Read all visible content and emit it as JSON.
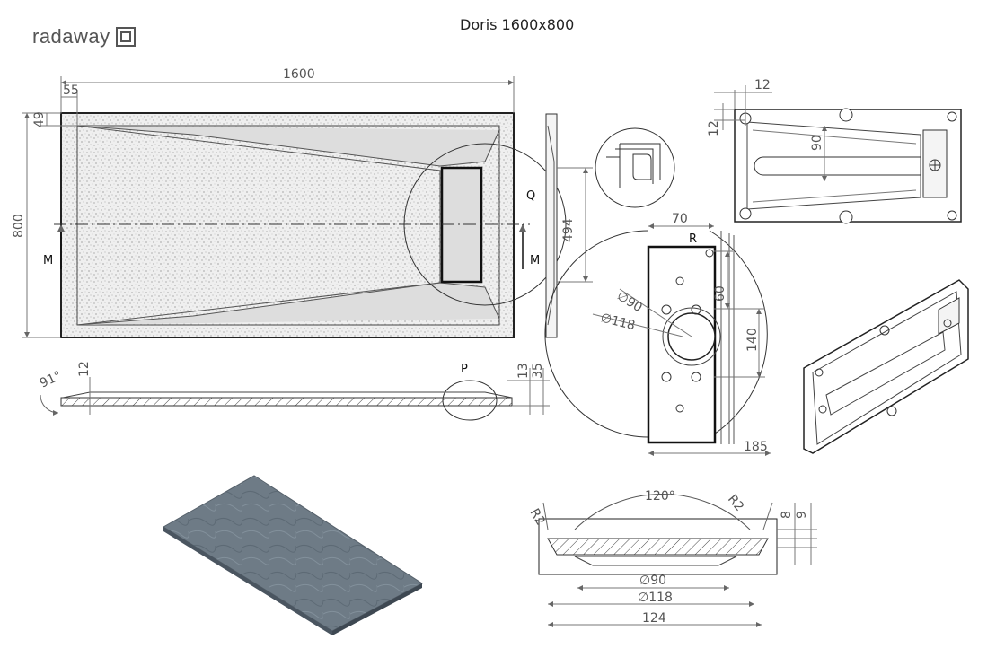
{
  "brand": {
    "name": "radaway"
  },
  "title": "Doris 1600x800",
  "top_view": {
    "width": "1600",
    "offset_x": "55",
    "offset_y": "49",
    "height": "800",
    "section_left": "M",
    "section_right": "M",
    "detail_q": "Q"
  },
  "side_view": {
    "depth": "494"
  },
  "corner_view": {
    "margin_x": "12",
    "margin_y": "12",
    "slot_depth": "90"
  },
  "drain_detail": {
    "width": "70",
    "corner": "R",
    "hole_spacing": "60",
    "hole_span": "140",
    "inner_dia": "∅90",
    "outer_dia": "∅118",
    "length": "185"
  },
  "section_view": {
    "angle": "91°",
    "thickness": "12",
    "detail_p": "P",
    "height_a": "13",
    "height_b": "35"
  },
  "drain_section": {
    "angle": "120°",
    "radius_left": "R2",
    "radius_right": "R2",
    "depth_a": "8",
    "depth_b": "9",
    "dia_inner": "∅90",
    "dia_outer": "∅118",
    "width": "124"
  }
}
